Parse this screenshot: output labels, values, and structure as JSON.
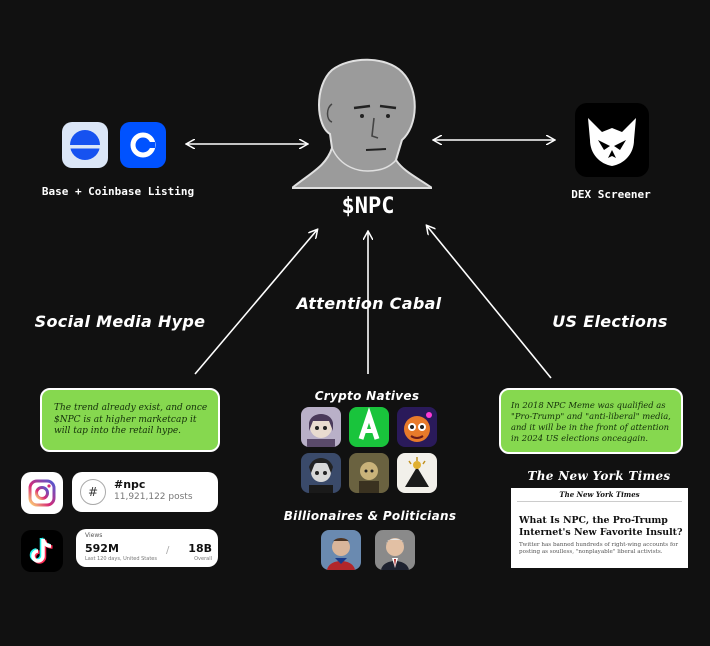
{
  "center": {
    "label": "$NPC",
    "head_icon": "npc-wojak-head-icon"
  },
  "left_node": {
    "label": "Base + Coinbase Listing",
    "icons": [
      "base-logo-icon",
      "coinbase-logo-icon"
    ]
  },
  "right_node": {
    "label": "DEX Screener",
    "icon": "dexscreener-logo-icon"
  },
  "branches": {
    "social": "Social Media Hype",
    "attention": "Attention Cabal",
    "elections": "US Elections"
  },
  "social_note": "The trend already exist, and once $NPC is at higher marketcap it will tap into the retail hype.",
  "elections_note": "In 2018 NPC Meme was qualified as \"Pro-Trump\" and \"anti-liberal\" media, and it will be in the front of attention in 2024 US elections onceagain.",
  "instagram": {
    "hashtag": "#npc",
    "posts": "11,921,122 posts"
  },
  "tiktok": {
    "views_label": "Views",
    "count_recent": "592M",
    "recent_caption": "Last 120 days, United States",
    "count_total": "18B",
    "total_caption": "Overall"
  },
  "crypto": {
    "title": "Crypto Natives"
  },
  "billionaires": {
    "title": "Billionaires & Politicians"
  },
  "nyt": {
    "source": "The New York Times",
    "masthead": "The New York Times",
    "headline": "What Is NPC, the Pro-Trump Internet's New Favorite Insult?",
    "summary": "Twitter has banned hundreds of right-wing accounts for posting as soulless, \"nonplayable\" liberal activists."
  },
  "colors": {
    "background": "#111111",
    "note_green": "#86d84f",
    "base_blue": "#1652f0",
    "coinbase_blue": "#0052ff"
  }
}
